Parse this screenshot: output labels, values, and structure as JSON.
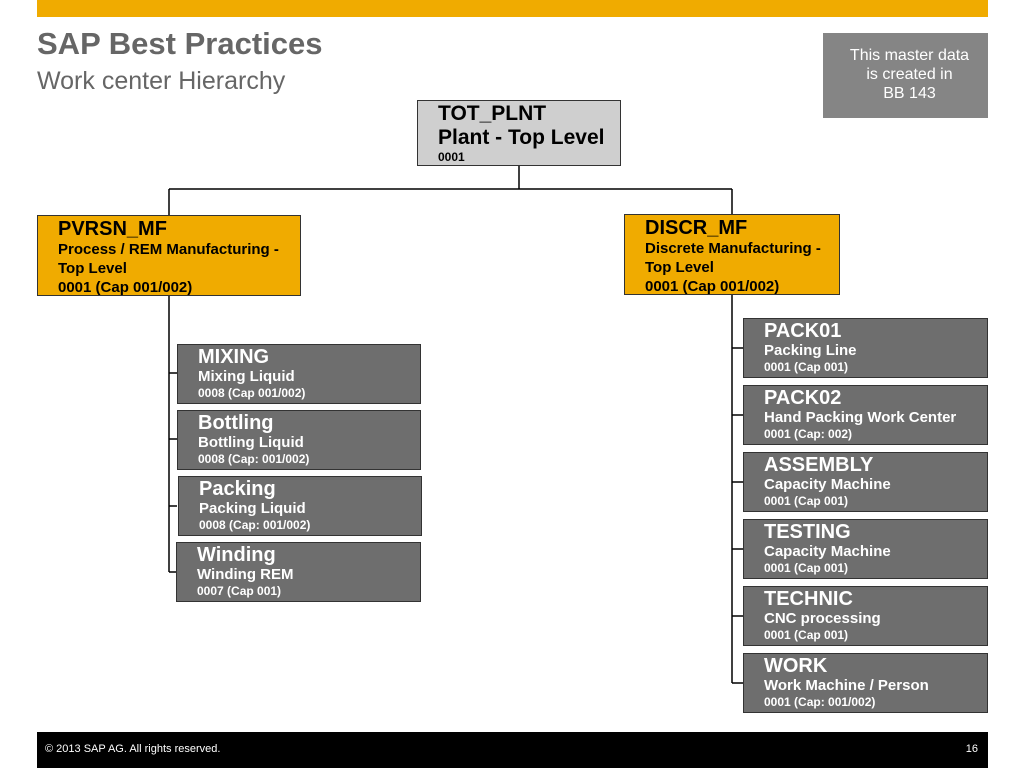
{
  "header": {
    "title": "SAP Best Practices",
    "subtitle": "Work center Hierarchy",
    "accent_color": "#f0ab00"
  },
  "note": {
    "lines": [
      "This master data",
      "is created in",
      "BB 143"
    ]
  },
  "hierarchy": {
    "root": {
      "code": "TOT_PLNT",
      "desc": "Plant - Top Level",
      "sub": "0001"
    },
    "left": {
      "code": "PVRSN_MF",
      "desc": "Process / REM Manufacturing - Top Level",
      "sub": "0001 (Cap 001/002)",
      "children": [
        {
          "code": "MIXING",
          "desc": "Mixing Liquid",
          "sub": "0008 (Cap 001/002)"
        },
        {
          "code": "Bottling",
          "desc": "Bottling Liquid",
          "sub": "0008 (Cap: 001/002)"
        },
        {
          "code": "Packing",
          "desc": "Packing Liquid",
          "sub": "0008 (Cap: 001/002)"
        },
        {
          "code": "Winding",
          "desc": "Winding REM",
          "sub": "0007 (Cap 001)"
        }
      ]
    },
    "right": {
      "code": "DISCR_MF",
      "desc": "Discrete Manufacturing - Top Level",
      "sub": "0001 (Cap 001/002)",
      "children": [
        {
          "code": "PACK01",
          "desc": "Packing Line",
          "sub": "0001 (Cap 001)"
        },
        {
          "code": "PACK02",
          "desc": "Hand Packing Work Center",
          "sub": "0001 (Cap: 002)"
        },
        {
          "code": "ASSEMBLY",
          "desc": "Capacity Machine",
          "sub": "0001 (Cap 001)"
        },
        {
          "code": "TESTING",
          "desc": "Capacity Machine",
          "sub": "0001 (Cap 001)"
        },
        {
          "code": "TECHNIC",
          "desc": "CNC processing",
          "sub": "0001 (Cap 001)"
        },
        {
          "code": "WORK",
          "desc": "Work Machine / Person",
          "sub": "0001 (Cap: 001/002)"
        }
      ]
    }
  },
  "footer": {
    "copyright": "© 2013 SAP AG. All rights reserved.",
    "page_number": "16"
  }
}
